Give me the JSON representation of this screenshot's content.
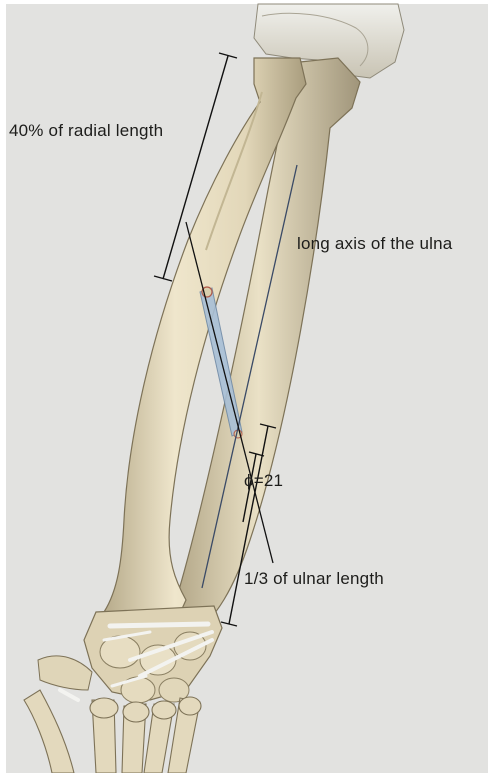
{
  "annotations": {
    "radial_length": "40% of radial length",
    "ulna_axis": "long axis of the ulna",
    "angle": "ϕ=21",
    "ulnar_length": "1/3 of ulnar length"
  },
  "colors": {
    "background": "#e2e2e0",
    "bone": "#e6dcc0",
    "bone_shadow": "#b9ad8e",
    "bone_outline": "#7d7257",
    "ligament": "#f1f1ee",
    "axis_line": "#3a4a66",
    "membrane": "#9fb7cf",
    "lines": "#111111"
  }
}
